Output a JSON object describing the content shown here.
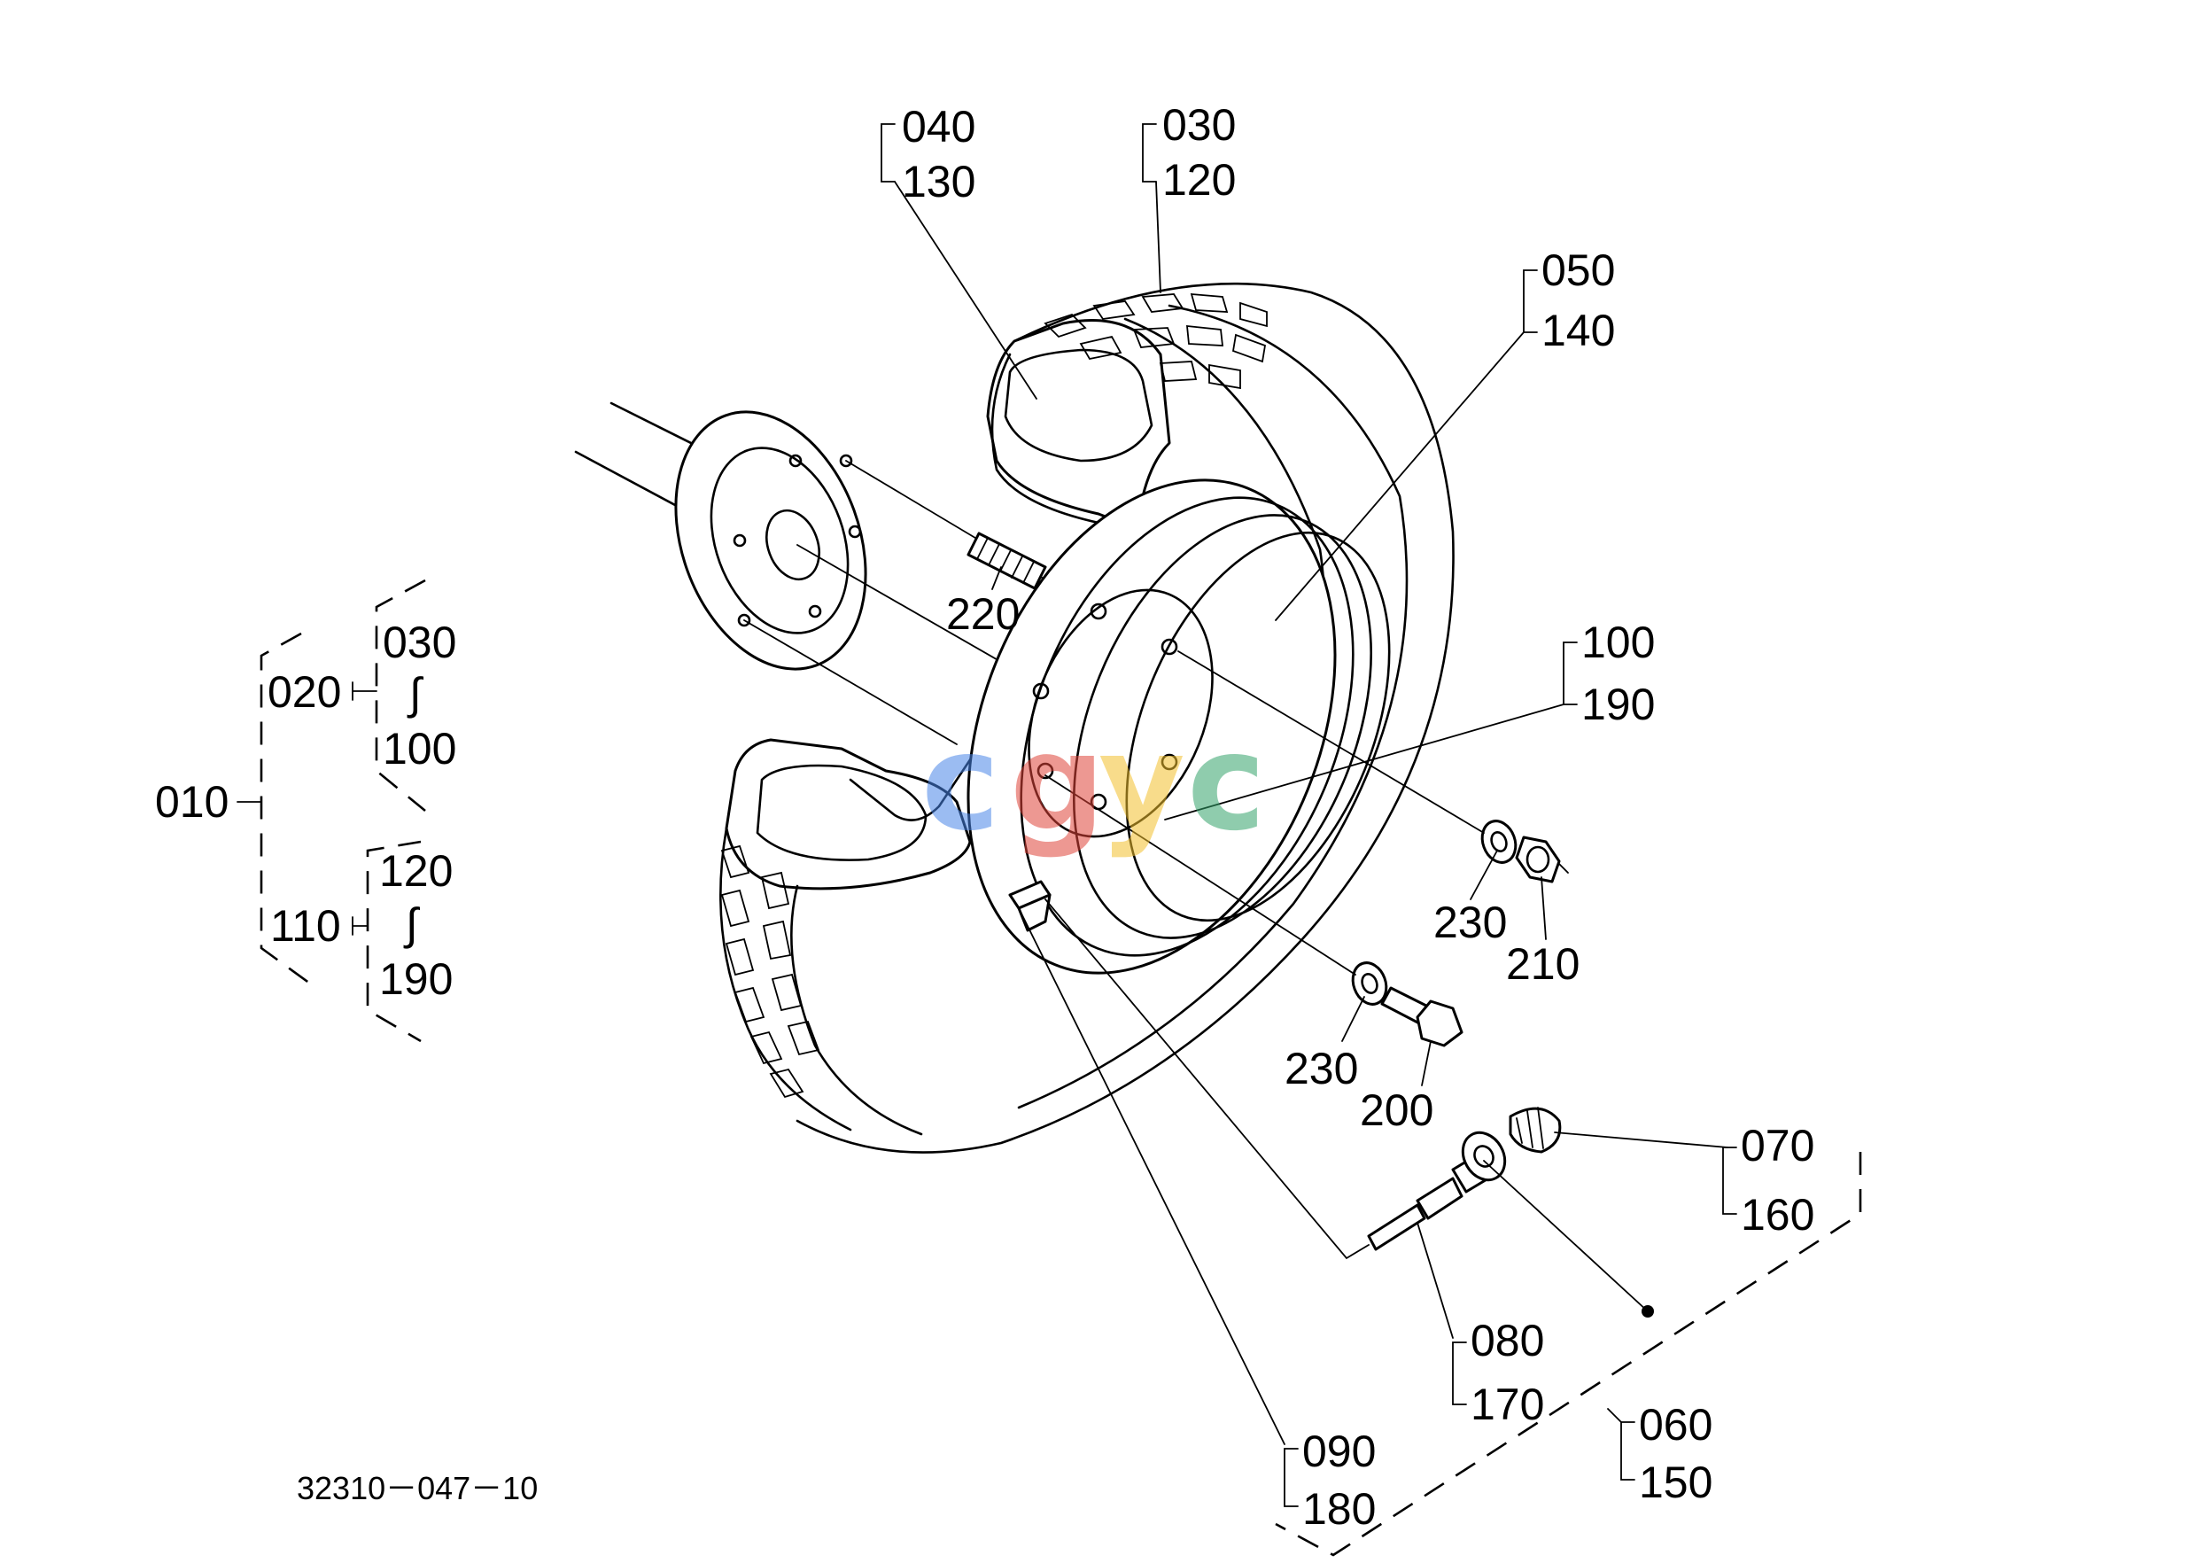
{
  "labels": {
    "l040": "040",
    "l130": "130",
    "l030": "030",
    "l120": "120",
    "l050": "050",
    "l140": "140",
    "l220": "220",
    "l100": "100",
    "l190": "190",
    "l230a": "230",
    "l210": "210",
    "l230b": "230",
    "l200": "200",
    "l070": "070",
    "l160": "160",
    "l080": "080",
    "l170": "170",
    "l060": "060",
    "l150": "150",
    "l090": "090",
    "l180": "180"
  },
  "assembly_tree": {
    "root": "010",
    "branch_a": "020",
    "branch_a_from": "030",
    "branch_a_to": "100",
    "branch_b": "110",
    "branch_b_from": "120",
    "branch_b_to": "190",
    "range_symbol": "∫"
  },
  "drawing_code": "32310－047－10",
  "watermark": {
    "letters": [
      "c",
      "g",
      "y",
      "c"
    ],
    "colors": [
      "#4a86e8",
      "#e0443a",
      "#f3c12e",
      "#34a36b"
    ]
  }
}
